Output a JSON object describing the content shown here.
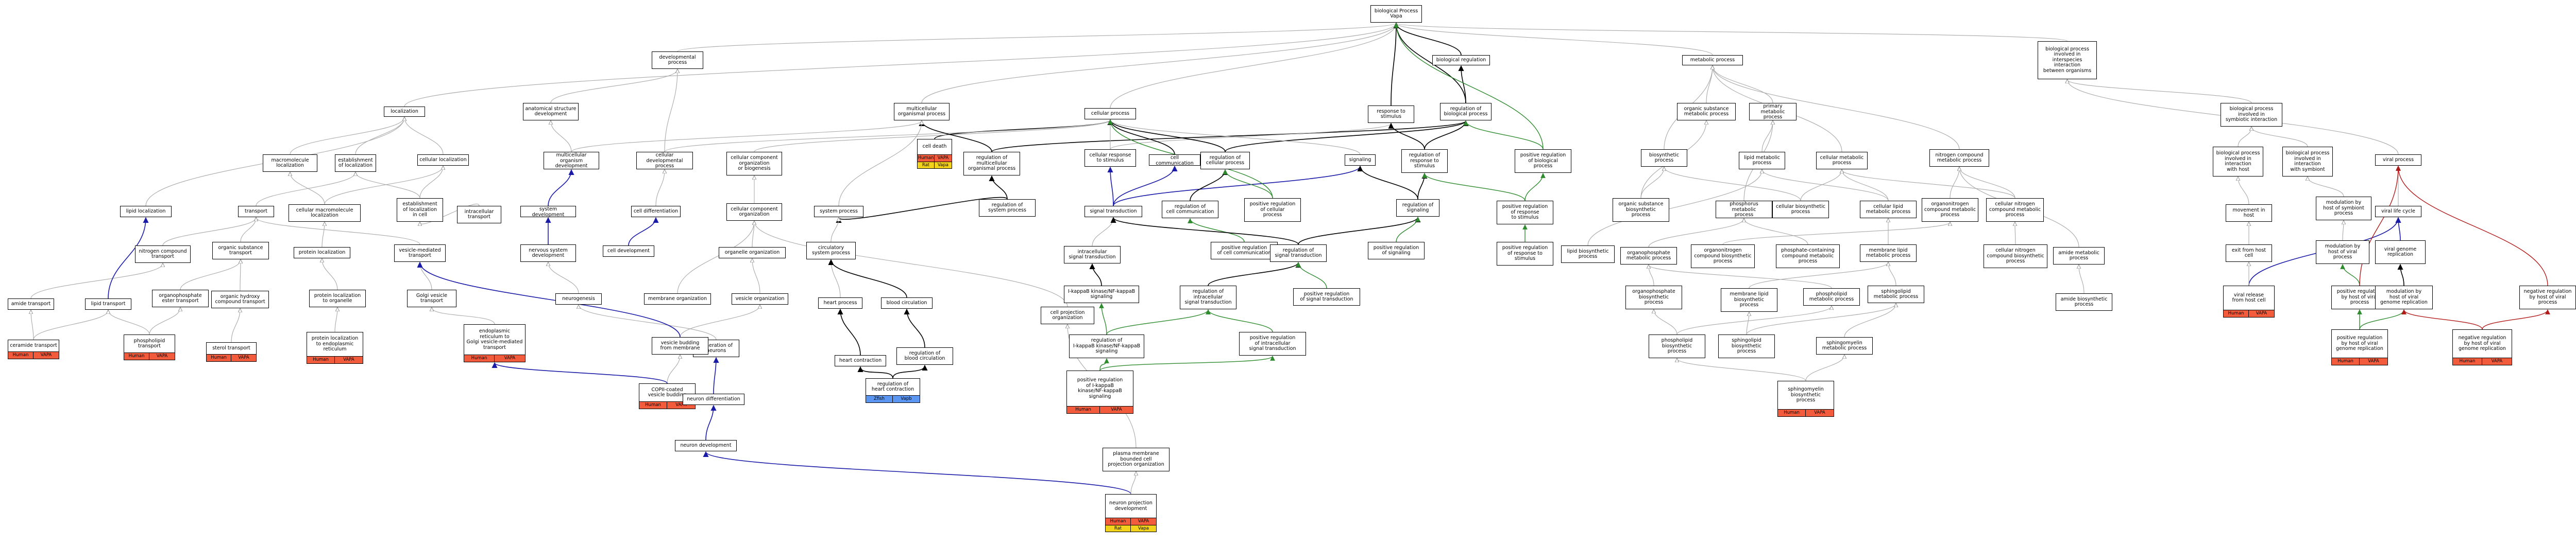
{
  "colors": {
    "edge_gray": "#a8a8a8",
    "edge_black": "#000000",
    "edge_blue": "#1a1aa8",
    "edge_green": "#2e8b2e",
    "edge_red": "#b21a1a",
    "human": "#f25c3c",
    "vaiv": "#f25c3c",
    "rat": "#f2d21a",
    "vapa": "#f2d21a",
    "zfish": "#5a96f2",
    "vapb": "#5a96f2"
  },
  "nodes": [
    {
      "id": "bp",
      "label": "biological Process\nVapa"
    },
    {
      "id": "dev",
      "label": "developmental\nprocess"
    },
    {
      "id": "breg",
      "label": "biological regulation"
    },
    {
      "id": "interspecies",
      "label": "biological process\ninvolved in\ninterspecies\ninteraction\nbetween organisms"
    },
    {
      "id": "metab",
      "label": "metabolic process"
    },
    {
      "id": "loc",
      "label": "localization"
    },
    {
      "id": "multi",
      "label": "multicellular\norganismal process"
    },
    {
      "id": "cell",
      "label": "cellular process"
    },
    {
      "id": "resp",
      "label": "response to\nstimulus"
    },
    {
      "id": "regbp",
      "label": "regulation of\nbiological process"
    },
    {
      "id": "anat",
      "label": "anatomical structure\ndevelopment"
    },
    {
      "id": "celldeath",
      "label": "cell death",
      "badges": [
        "Human",
        "VAPA",
        "Rat",
        "Vapa"
      ]
    },
    {
      "id": "orgsub",
      "label": "organic substance\nmetabolic process"
    },
    {
      "id": "primmet",
      "label": "primary metabolic\nprocess"
    },
    {
      "id": "symb",
      "label": "biological process\ninvolved in\nsymbiotic interaction"
    },
    {
      "id": "macroloc",
      "label": "macromolecule\nlocalization"
    },
    {
      "id": "estloc",
      "label": "establishment\nof localization"
    },
    {
      "id": "cellloc",
      "label": "cellular localization"
    },
    {
      "id": "multidev",
      "label": "multicellular\norganism development"
    },
    {
      "id": "celldevproc",
      "label": "cellular developmental\nprocess"
    },
    {
      "id": "ccorg",
      "label": "cellular component\norganization\nor biogenesis"
    },
    {
      "id": "regmulti",
      "label": "regulation of\nmulticellular\norganismal process"
    },
    {
      "id": "cellresp",
      "label": "cellular response\nto stimulus"
    },
    {
      "id": "cellcomm",
      "label": "cell communication"
    },
    {
      "id": "regcellproc",
      "label": "regulation of\ncellular process"
    },
    {
      "id": "signaling",
      "label": "signaling"
    },
    {
      "id": "regresp",
      "label": "regulation of\nresponse to\nstimulus"
    },
    {
      "id": "posregbp",
      "label": "positive regulation\nof biological\nprocess"
    },
    {
      "id": "biosynth",
      "label": "biosynthetic\nprocess"
    },
    {
      "id": "lipidmet",
      "label": "lipid metabolic\nprocess"
    },
    {
      "id": "cellmet",
      "label": "cellular metabolic\nprocess"
    },
    {
      "id": "nitro",
      "label": "nitrogen compound\nmetabolic process"
    },
    {
      "id": "bpinthost",
      "label": "biological process\ninvolved in\ninteraction\nwith host"
    },
    {
      "id": "bpintsym",
      "label": "biological process\ninvolved in\ninteraction\nwith symbiont"
    },
    {
      "id": "viralproc",
      "label": "viral process"
    },
    {
      "id": "lipidloc",
      "label": "lipid localization"
    },
    {
      "id": "transport",
      "label": "transport"
    },
    {
      "id": "cellmacroloc",
      "label": "cellular macromolecule\nlocalization"
    },
    {
      "id": "estcell",
      "label": "establishment\nof localization\nin cell"
    },
    {
      "id": "intracell",
      "label": "intracellular\ntransport"
    },
    {
      "id": "sysdev",
      "label": "system development"
    },
    {
      "id": "celldiff",
      "label": "cell differentiation"
    },
    {
      "id": "ccorg2",
      "label": "cellular component\norganization"
    },
    {
      "id": "sysproc",
      "label": "system process"
    },
    {
      "id": "regsys",
      "label": "regulation of\nsystem process"
    },
    {
      "id": "sigtrans",
      "label": "signal transduction"
    },
    {
      "id": "regcellcomm",
      "label": "regulation of\ncell communication"
    },
    {
      "id": "posregcell",
      "label": "positive regulation\nof cellular\nprocess"
    },
    {
      "id": "regsig",
      "label": "regulation of\nsignaling"
    },
    {
      "id": "posregresp",
      "label": "positive regulation\nof response\nto stimulus"
    },
    {
      "id": "orgsubbio",
      "label": "organic substance\nbiosynthetic\nprocess"
    },
    {
      "id": "phosmet",
      "label": "phosphorus metabolic\nprocess"
    },
    {
      "id": "cellbio",
      "label": "cellular biosynthetic\nprocess"
    },
    {
      "id": "celllipid",
      "label": "cellular lipid\nmetabolic process"
    },
    {
      "id": "orgnitro",
      "label": "organonitrogen\ncompound metabolic\nprocess"
    },
    {
      "id": "cellnitro",
      "label": "cellular nitrogen\ncompound metabolic\nprocess"
    },
    {
      "id": "movhost",
      "label": "movement in\nhost"
    },
    {
      "id": "modsym",
      "label": "modulation by\nhost of symbiont\nprocess"
    },
    {
      "id": "viralcycle",
      "label": "viral life cycle"
    },
    {
      "id": "nitrotrans",
      "label": "nitrogen compound\ntransport"
    },
    {
      "id": "orgsubtrans",
      "label": "organic substance\ntransport"
    },
    {
      "id": "protloc",
      "label": "protein localization"
    },
    {
      "id": "vesicle",
      "label": "vesicle-mediated\ntransport"
    },
    {
      "id": "nervdev",
      "label": "nervous system\ndevelopment"
    },
    {
      "id": "celldev",
      "label": "cell development"
    },
    {
      "id": "organelle",
      "label": "organelle organization"
    },
    {
      "id": "circ",
      "label": "circulatory\nsystem process"
    },
    {
      "id": "intrasig",
      "label": "intracellular\nsignal transduction"
    },
    {
      "id": "posregcellcomm",
      "label": "positive regulation\nof cell communication"
    },
    {
      "id": "regsigtrans",
      "label": "regulation of\nsignal transduction"
    },
    {
      "id": "posregsig",
      "label": "positive regulation\nof signaling"
    },
    {
      "id": "posregresp2",
      "label": "positive regulation\nof response to\nstimulus"
    },
    {
      "id": "lipidbio",
      "label": "lipid biosynthetic\nprocess"
    },
    {
      "id": "orgphos",
      "label": "organophosphate\nmetabolic process"
    },
    {
      "id": "orgnitrobio",
      "label": "organonitrogen\ncompound biosynthetic\nprocess"
    },
    {
      "id": "phoscont",
      "label": "phosphate-containing\ncompound metabolic\nprocess"
    },
    {
      "id": "memlipidmet",
      "label": "membrane lipid\nmetabolic process"
    },
    {
      "id": "cellnitrobio",
      "label": "cellular nitrogen\ncompound biosynthetic\nprocess"
    },
    {
      "id": "amidemet",
      "label": "amide metabolic\nprocess"
    },
    {
      "id": "exithost",
      "label": "exit from host\ncell"
    },
    {
      "id": "modhostviral",
      "label": "modulation by\nhost of viral\nprocess"
    },
    {
      "id": "viralgenome",
      "label": "viral genome\nreplication"
    },
    {
      "id": "amidetrans",
      "label": "amide transport"
    },
    {
      "id": "lipidtrans",
      "label": "lipid transport"
    },
    {
      "id": "orgphostrans",
      "label": "organophosphate\nester transport"
    },
    {
      "id": "orghydroxy",
      "label": "organic hydroxy\ncompound transport"
    },
    {
      "id": "protlocorg",
      "label": "protein localization\nto organelle"
    },
    {
      "id": "golgi",
      "label": "Golgi vesicle\ntransport"
    },
    {
      "id": "neurogen",
      "label": "neurogenesis"
    },
    {
      "id": "memorg",
      "label": "membrane organization"
    },
    {
      "id": "vesorg",
      "label": "vesicle organization"
    },
    {
      "id": "heartproc",
      "label": "heart process"
    },
    {
      "id": "bloodcirc",
      "label": "blood circulation"
    },
    {
      "id": "ikb",
      "label": "I-kappaB kinase/NF-kappaB\nsignaling"
    },
    {
      "id": "regintra",
      "label": "regulation of\nintracellular\nsignal transduction"
    },
    {
      "id": "posregsigtrans",
      "label": "positive regulation\nof signal transduction"
    },
    {
      "id": "orgphosbio",
      "label": "organophosphate\nbiosynthetic\nprocess"
    },
    {
      "id": "memlipidbio",
      "label": "membrane lipid\nbiosynthetic\nprocess"
    },
    {
      "id": "phosmet2",
      "label": "phospholipid\nmetabolic process"
    },
    {
      "id": "sphingomet",
      "label": "sphingolipid\nmetabolic process"
    },
    {
      "id": "amidebio",
      "label": "amide biosynthetic\nprocess"
    },
    {
      "id": "viralrelease",
      "label": "viral release\nfrom host cell",
      "badges": [
        "Human",
        "VAPA"
      ]
    },
    {
      "id": "posregviralproc",
      "label": "positive regulation\nby host of viral\nprocess"
    },
    {
      "id": "modviralrep",
      "label": "modulation by\nhost of viral\ngenome replication"
    },
    {
      "id": "negregviralproc",
      "label": "negative regulation\nby host of viral\nprocess"
    },
    {
      "id": "ceramide",
      "label": "ceramide transport",
      "badges": [
        "Human",
        "VAPA"
      ]
    },
    {
      "id": "phospholipid",
      "label": "phospholipid\ntransport",
      "badges": [
        "Human",
        "VAPA"
      ]
    },
    {
      "id": "sterol",
      "label": "sterol transport",
      "badges": [
        "Human",
        "VAPA"
      ]
    },
    {
      "id": "protlocer",
      "label": "protein localization\nto endoplasmic\nreticulum",
      "badges": [
        "Human",
        "VAPA"
      ]
    },
    {
      "id": "ergolgi",
      "label": "endoplasmic\nreticulum to\nGolgi vesicle-mediated\ntransport",
      "badges": [
        "Human",
        "VAPA"
      ]
    },
    {
      "id": "genneur",
      "label": "generation of\nneurons"
    },
    {
      "id": "vesbud",
      "label": "vesicle budding\nfrom membrane"
    },
    {
      "id": "heartcont",
      "label": "heart contraction"
    },
    {
      "id": "regblood",
      "label": "regulation of\nblood circulation"
    },
    {
      "id": "regikb",
      "label": "regulation of\nI-kappaB kinase/NF-kappaB\nsignaling"
    },
    {
      "id": "posregintra",
      "label": "positive regulation\nof intracellular\nsignal transduction"
    },
    {
      "id": "phosbio",
      "label": "phospholipid\nbiosynthetic\nprocess"
    },
    {
      "id": "sphingobio",
      "label": "sphingolipid\nbiosynthetic\nprocess"
    },
    {
      "id": "sphingomyelinmet",
      "label": "sphingomyelin\nmetabolic process"
    },
    {
      "id": "posregviralrep",
      "label": "positive regulation\nby host of viral\ngenome replication",
      "badges": [
        "Human",
        "VAPA"
      ]
    },
    {
      "id": "negregviralrep",
      "label": "negative regulation\nby host of viral\ngenome replication",
      "badges": [
        "Human",
        "VAPA"
      ]
    },
    {
      "id": "regheart",
      "label": "regulation of\nheart contraction",
      "badges": [
        "Zfish",
        "Vapb"
      ]
    },
    {
      "id": "posregikb",
      "label": "positive regulation\nof I-kappaB\nkinase/NF-kappaB\nsignaling",
      "badges": [
        "Human",
        "VAPA"
      ]
    },
    {
      "id": "copii",
      "label": "COPII-coated\nvesicle budding",
      "badges": [
        "Human",
        "VAPA"
      ]
    },
    {
      "id": "neurdiff",
      "label": "neuron differentiation"
    },
    {
      "id": "sphingomyelinbio",
      "label": "sphingomyelin\nbiosynthetic\nprocess",
      "badges": [
        "Human",
        "VAPA"
      ]
    },
    {
      "id": "neurdev",
      "label": "neuron development"
    },
    {
      "id": "plasmamem",
      "label": "plasma membrane\nbounded cell\nprojection organization"
    },
    {
      "id": "cellprojorg",
      "label": "cell projection\norganization"
    },
    {
      "id": "neurproj",
      "label": "neuron projection\ndevelopment",
      "badges": [
        "Human",
        "VAPA",
        "Rat",
        "Vapa"
      ]
    }
  ]
}
